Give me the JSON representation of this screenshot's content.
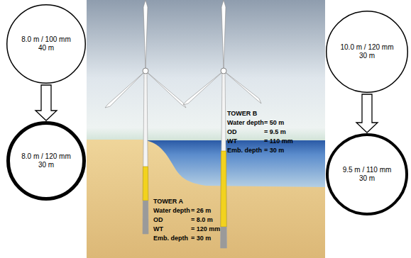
{
  "diagram": {
    "nodes": [
      {
        "text": [
          "8.0 m / 100 mm",
          "40 m"
        ]
      },
      {
        "text": [
          "8.0 m / 120 mm",
          "30 m"
        ]
      },
      {
        "text": [
          "10.0 m / 120 mm",
          "30 m"
        ]
      },
      {
        "text": [
          "9.5 m / 110 mm",
          "30 m"
        ]
      }
    ],
    "edges": [
      {
        "from": 0,
        "to": 1,
        "arrow": "to"
      },
      {
        "from": 2,
        "to": 3,
        "arrow": "to"
      }
    ],
    "labels": [
      "TOWER B",
      "Water depth",
      "= 50 m",
      "OD",
      "= 9.5 m",
      "WT",
      "= 110 mm",
      "Emb. depth",
      "= 30 m",
      "TOWER A",
      "Water depth",
      "= 26 m",
      "OD",
      "= 8.0 m",
      "WT",
      "= 120 mm",
      "Emb. depth",
      "= 30 m"
    ]
  }
}
